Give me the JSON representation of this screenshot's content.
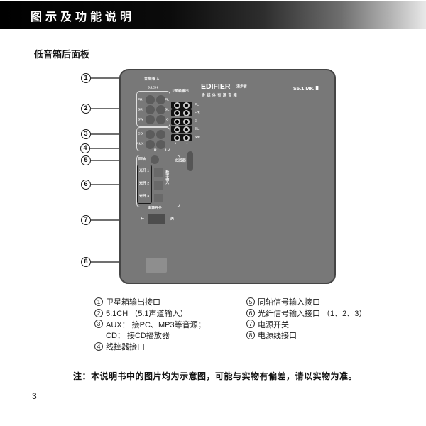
{
  "header": {
    "title": "图示及功能说明"
  },
  "section_title": "低音箱后面板",
  "panel": {
    "brand": {
      "logo": "EDIFIER",
      "logo_cn": "漫步者",
      "subtitle": "多媒体有源音箱",
      "model": "S5.1 MK Ⅱ"
    },
    "audio_input": {
      "group_label": "音频输入",
      "ch_label": "5.1CH",
      "jacks": {
        "fr": "FR",
        "fl": "FL",
        "sr": "SR",
        "sl": "SL",
        "sw": "SW",
        "c": "C"
      },
      "cd": "CD",
      "aux": "AUX",
      "r": "R",
      "l": "L"
    },
    "satellite": {
      "label": "卫星箱输出",
      "channels": [
        "FL",
        "FR",
        "C",
        "SL",
        "SR"
      ],
      "plus": "+",
      "minus": "−"
    },
    "digital": {
      "label": "数字输入",
      "coax": "同轴",
      "opt1": "光纤 1",
      "opt2": "光纤 2",
      "opt3": "光纤 3"
    },
    "remote_label": "线控器",
    "power": {
      "label": "电源开关",
      "on": "开",
      "off": "关"
    }
  },
  "callouts": {
    "c1": "1",
    "c2": "2",
    "c3": "3",
    "c4": "4",
    "c5": "5",
    "c6": "6",
    "c7": "7",
    "c8": "8"
  },
  "legend": {
    "left": [
      {
        "marker": "1",
        "text": "卫星箱输出接口"
      },
      {
        "marker": "2",
        "text": "5.1CH （5.1声道输入）"
      },
      {
        "marker": "3",
        "text": "AUX： 接PC、MP3等音源；"
      },
      {
        "marker": "",
        "text": "CD： 接CD播放器"
      },
      {
        "marker": "4",
        "text": "线控器接口"
      }
    ],
    "right": [
      {
        "marker": "5",
        "text": "同轴信号输入接口"
      },
      {
        "marker": "6",
        "text": "光纤信号输入接口 （1、2、3）"
      },
      {
        "marker": "7",
        "text": "电源开关"
      },
      {
        "marker": "8",
        "text": "电源线接口"
      }
    ]
  },
  "note": "注：本说明书中的图片均为示意图，可能与实物有偏差，请以实物为准。",
  "page_number": "3"
}
